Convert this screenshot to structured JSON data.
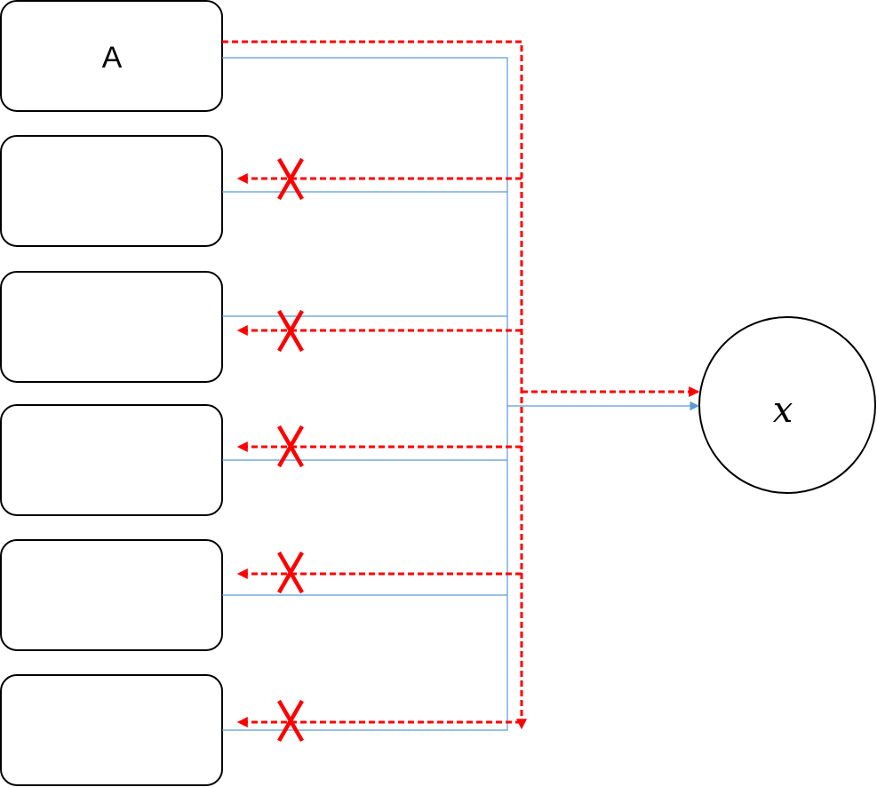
{
  "diagram": {
    "box_labels": [
      "A",
      "",
      "",
      "",
      "",
      ""
    ],
    "target_label": "x",
    "colors": {
      "box_stroke": "#000000",
      "blue_line": "#5b9bd5",
      "red_dashed": "#ff0000",
      "cross_mark": "#ff0000"
    },
    "blocked_paths": [
      2,
      3,
      4,
      5,
      6
    ]
  }
}
